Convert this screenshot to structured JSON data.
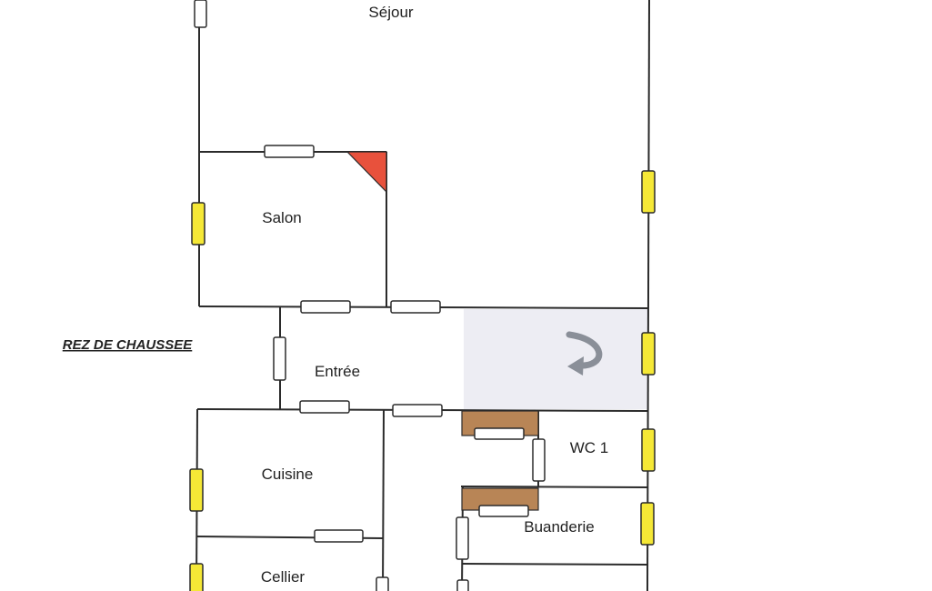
{
  "plan": {
    "level_label": "REZ DE CHAUSSEE",
    "rooms": {
      "sejour": "Séjour",
      "salon": "Salon",
      "entree": "Entrée",
      "wc1": "WC 1",
      "cuisine": "Cuisine",
      "buanderie": "Buanderie",
      "cellier": "Cellier"
    }
  },
  "colors": {
    "wall": "#2b2b2b",
    "window": "#f5e836",
    "door": "#ffffff",
    "cabinet": "#b88556",
    "fireplace": "#e8513c",
    "stair_zone": "#ededf3",
    "stair_arrow": "#8a8f98"
  }
}
